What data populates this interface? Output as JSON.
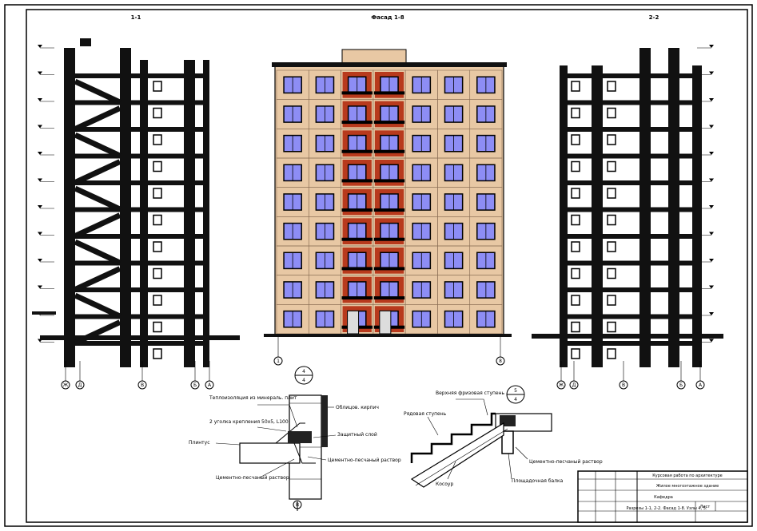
{
  "views": {
    "section_1": "1-1",
    "facade": "Фасад 1-8",
    "section_2": "2-2"
  },
  "axis_marks": {
    "left": [
      "Ж",
      "Д",
      "В",
      "Б",
      "А"
    ],
    "facade": [
      "1",
      "8"
    ],
    "right": [
      "Ж",
      "Д",
      "В",
      "Б",
      "А"
    ],
    "detail": "В"
  },
  "detail_refs": {
    "detail_4": {
      "top": "4",
      "bottom": "4"
    },
    "detail_5": {
      "top": "5",
      "bottom": "4"
    }
  },
  "detail_4_labels": {
    "insulation": "Теплоизоляция из минераль. плит",
    "angle": "2 уголка крепления 50х5, L100",
    "plinth": "Плинтус",
    "mortar": "Цементно-песчаный раствор",
    "brick": "Облицов. кирпич",
    "protective": "Защитный слой",
    "mortar2": "Цементно-песчаный раствор"
  },
  "detail_5_labels": {
    "upper_step": "Верхняя фризовая ступень",
    "ordinary_step": "Рядовая ступень",
    "stringer": "Косоур",
    "mortar": "Цементно-песчаный раствор",
    "landing": "Площадочная балка"
  },
  "title_block": {
    "r1": "Курсовая работа по архитектуре",
    "r2": "Жилое многоэтажное здание",
    "r3": "Кафедра",
    "r4": "Разрезы 1-1, 2-2. Фасад 1-8. Узлы 4, 5.",
    "sheet": "Лист"
  },
  "colors": {
    "facade_panel": "#e8c8a4",
    "window": "#8d8df5",
    "loggia": "#b83a1d"
  }
}
